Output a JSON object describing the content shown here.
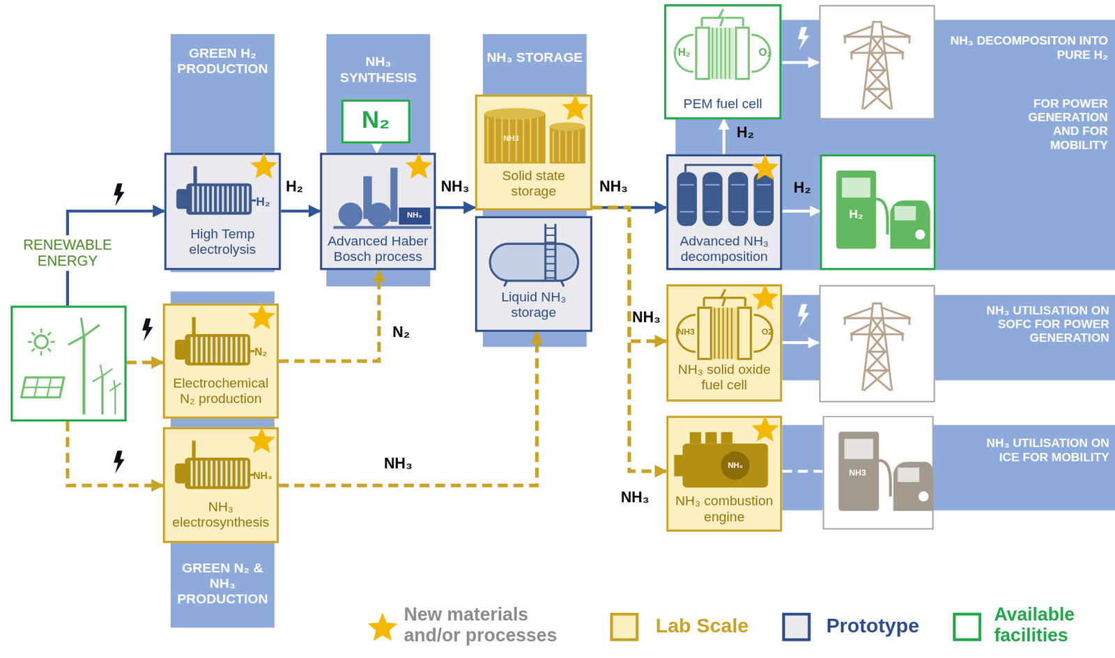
{
  "diagram": {
    "nodes": [
      {
        "text": [
          "RENEWABLE ENERGY"
        ]
      },
      {
        "text": [
          "GREEN H₂ PRODUCTION"
        ]
      },
      {
        "text": [
          "H₂",
          "High Temp electrolysis"
        ],
        "in": 1
      },
      {
        "text": [
          "GREEN N₂ & NH₃ PRODUCTION"
        ]
      },
      {
        "text": [
          "N₂",
          "Electrochemical N₂ production"
        ],
        "in": 3
      },
      {
        "text": [
          "NH₃",
          "NH₃ electrosynthesis"
        ],
        "in": 3
      },
      {
        "text": [
          "NH₃ SYNTHESIS"
        ]
      },
      {
        "text": [
          "N₂"
        ],
        "in": 6
      },
      {
        "text": [
          "NH₃",
          "Advanced Haber Bosch process"
        ],
        "in": 6
      },
      {
        "text": [
          "NH₃ STORAGE"
        ]
      },
      {
        "text": [
          "NH3",
          "Solid state storage"
        ],
        "in": 9
      },
      {
        "text": [
          "Liquid NH₃ storage"
        ],
        "in": 9
      },
      {
        "text": [
          "NH₃ DECOMPOSITON INTO PURE H₂",
          "FOR POWER GENERATION AND FOR MOBILITY"
        ]
      },
      {
        "text": [
          "H₂",
          "O₂",
          "PEM fuel cell"
        ],
        "in": 12
      },
      {
        "text": [
          "Advanced NH₃ decomposition"
        ],
        "in": 12
      },
      {
        "text": [
          "H₂"
        ],
        "in": 12
      },
      {
        "text": [
          "NH3",
          "O2",
          "NH₃ solid oxide fuel cell"
        ]
      },
      {
        "text": [
          "NH₃ UTILISATION ON SOFC FOR POWER GENERATION"
        ]
      },
      {
        "text": [
          "NH₃",
          "NH₃ combustion engine"
        ]
      },
      {
        "text": [
          "NH₃ UTILISATION ON ICE FOR MOBILITY"
        ]
      },
      {
        "text": [
          "NH3"
        ],
        "in": 19
      }
    ],
    "edges": [
      {
        "from": 0,
        "to": 2,
        "arrow": "to"
      },
      {
        "from": 0,
        "to": 4,
        "arrow": "to"
      },
      {
        "from": 0,
        "to": 5,
        "arrow": "to"
      },
      {
        "from": 2,
        "to": 8,
        "label": "H₂",
        "arrow": "to"
      },
      {
        "from": 4,
        "to": 8,
        "label": "N₂",
        "arrow": "to"
      },
      {
        "from": 7,
        "to": 8,
        "arrow": "to"
      },
      {
        "from": 5,
        "to": 11,
        "label": "NH₃",
        "arrow": "to"
      },
      {
        "from": 8,
        "to": 10,
        "label": "NH₃",
        "arrow": "to"
      },
      {
        "from": 10,
        "to": 14,
        "label": "NH₃",
        "arrow": "to"
      },
      {
        "from": 10,
        "to": 16,
        "label": "NH₃",
        "arrow": "to"
      },
      {
        "from": 10,
        "to": 18,
        "label": "NH₃",
        "arrow": "to"
      },
      {
        "from": 14,
        "to": 13,
        "label": "H₂",
        "arrow": "to"
      },
      {
        "from": 14,
        "to": 15,
        "label": "H₂",
        "arrow": "to"
      },
      {
        "from": 18,
        "to": 20,
        "arrow": "none"
      }
    ],
    "legend": [
      {
        "text": "New materials and/or processes"
      },
      {
        "text": "Lab Scale",
        "color": "#c9a227"
      },
      {
        "text": "Prototype",
        "color": "#2e4d8a"
      },
      {
        "text": "Available facilities",
        "color": "#22a84a"
      }
    ]
  }
}
